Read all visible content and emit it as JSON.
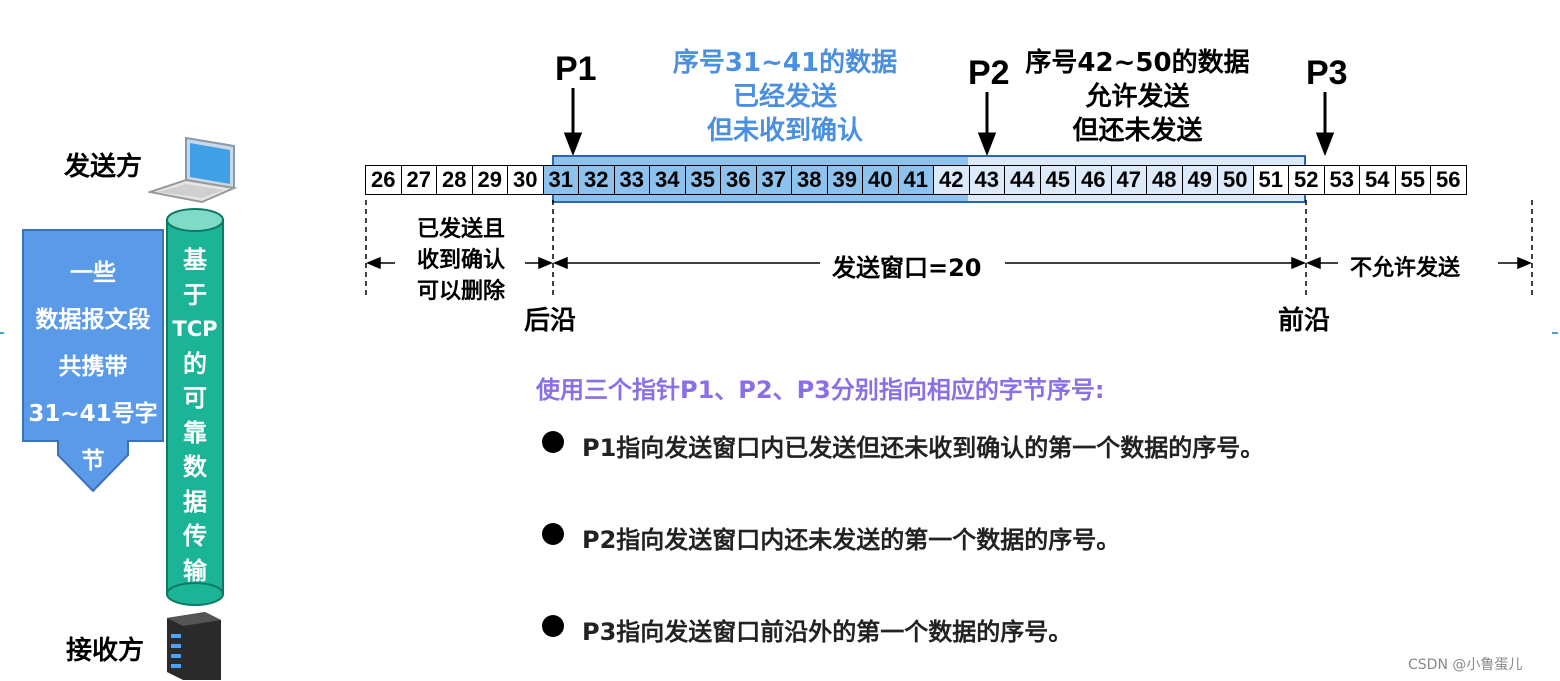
{
  "sender": {
    "label": "发送方",
    "arrow_lines": [
      "一些",
      "数据报文段",
      "共携带",
      "31~41号字节"
    ]
  },
  "receiver": {
    "label": "接收方"
  },
  "pipe_text": [
    "基",
    "于",
    "TCP",
    "的",
    "可",
    "靠",
    "数",
    "据",
    "传",
    "输"
  ],
  "pointers": {
    "p1": "P1",
    "p2": "P2",
    "p3": "P3"
  },
  "annotations": {
    "sent_unacked": [
      "序号31~41的数据",
      "已经发送",
      "但未收到确认"
    ],
    "allowed_unsent": [
      "序号42~50的数据",
      "允许发送",
      "但还未发送"
    ],
    "acked": [
      "已发送且",
      "收到确认",
      "可以删除"
    ],
    "window": "发送窗口=20",
    "not_allowed": "不允许发送",
    "rear_edge": "后沿",
    "front_edge": "前沿"
  },
  "bytes": [
    "26",
    "27",
    "28",
    "29",
    "30",
    "31",
    "32",
    "33",
    "34",
    "35",
    "36",
    "37",
    "38",
    "39",
    "40",
    "41",
    "42",
    "43",
    "44",
    "45",
    "46",
    "47",
    "48",
    "49",
    "50",
    "51",
    "52",
    "53",
    "54",
    "55",
    "56"
  ],
  "explanation": {
    "heading": "使用三个指针P1、P2、P3分别指向相应的字节序号:",
    "bullets": [
      "P1指向发送窗口内已发送但还未收到确认的第一个数据的序号。",
      "P2指向发送窗口内还未发送的第一个数据的序号。",
      "P3指向发送窗口前沿外的第一个数据的序号。"
    ]
  },
  "watermark": "CSDN @小鲁蛋儿"
}
